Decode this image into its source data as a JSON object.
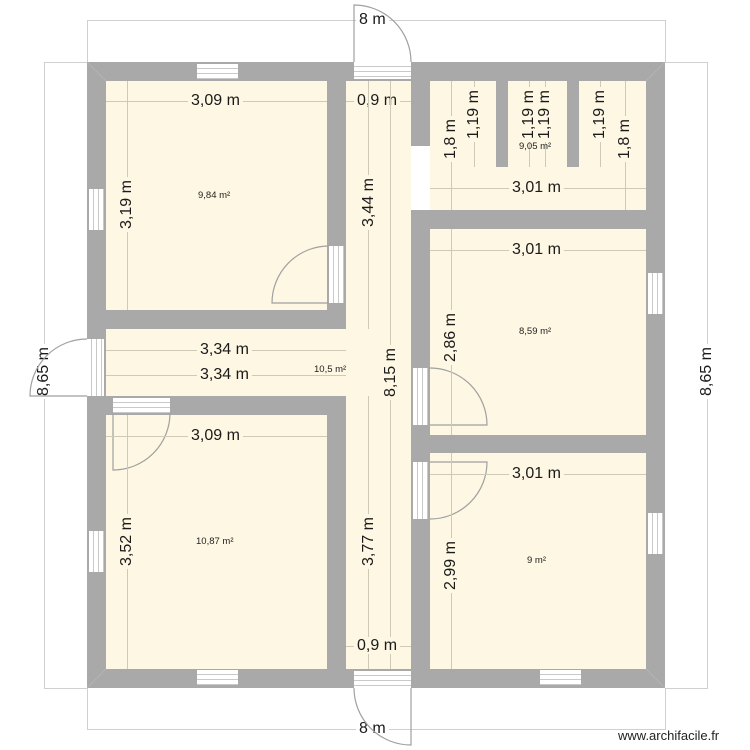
{
  "plan": {
    "colors": {
      "wall": "#a9a9a9",
      "floor": "#fdf7e3",
      "dimension_line": "#cfc9b8",
      "background": "#ffffff"
    },
    "overall": {
      "width_top": "8 m",
      "width_bottom": "8 m",
      "height_left": "8,65 m",
      "height_right": "8,65 m"
    },
    "rooms": [
      {
        "id": "room-top-left",
        "area": "9,84 m²",
        "width": "3,09 m",
        "height": "3,19 m"
      },
      {
        "id": "room-bottom-left",
        "area": "10,87 m²",
        "width": "3,09 m",
        "height": "3,52 m"
      },
      {
        "id": "corridor",
        "area": "10,5 m²",
        "width_top": "0,9 m",
        "width_bottom": "0,9 m",
        "segment_top": "3,44 m",
        "segment_bottom": "3,77 m",
        "total_length": "8,15 m",
        "hall_width_1": "3,34 m",
        "hall_width_2": "3,34 m"
      },
      {
        "id": "wc-block",
        "area": "9,05 m²",
        "width": "3,01 m",
        "heights": [
          "1,8 m",
          "1,19 m",
          "1,19 m",
          "1,19 m",
          "1,19 m",
          "1,8 m"
        ]
      },
      {
        "id": "room-right-middle",
        "area": "8,59 m²",
        "width": "3,01 m",
        "height": "2,86 m"
      },
      {
        "id": "room-right-bottom",
        "area": "9 m²",
        "width": "3,01 m",
        "height": "2,99 m"
      }
    ],
    "watermark": "www.archifacile.fr"
  }
}
